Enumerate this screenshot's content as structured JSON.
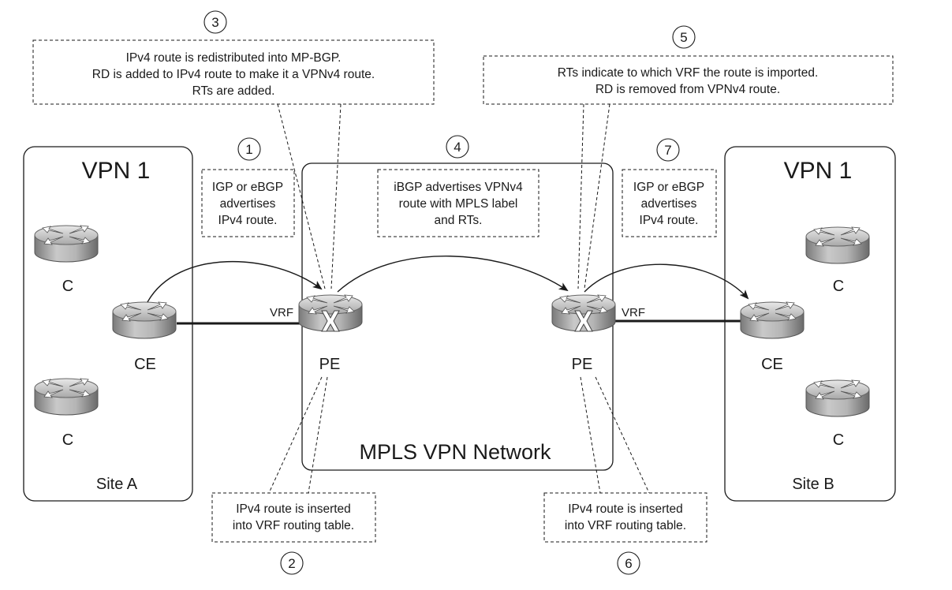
{
  "diagram": {
    "site_a": {
      "vpn_title": "VPN 1",
      "site_label": "Site A"
    },
    "site_b": {
      "vpn_title": "VPN 1",
      "site_label": "Site B"
    },
    "network_label": "MPLS VPN Network",
    "routers": {
      "c_label": "C",
      "ce_label": "CE",
      "pe_label": "PE"
    },
    "vrf_label": "VRF",
    "steps": [
      {
        "number": "1",
        "lines": [
          "IGP or eBGP",
          "advertises",
          "IPv4 route."
        ]
      },
      {
        "number": "2",
        "lines": [
          "IPv4 route is inserted",
          "into VRF routing table."
        ]
      },
      {
        "number": "3",
        "lines": [
          "IPv4 route is redistributed into MP-BGP.",
          "RD is added to IPv4 route to make it a VPNv4 route.",
          "RTs are added."
        ]
      },
      {
        "number": "4",
        "lines": [
          "iBGP advertises VPNv4",
          "route with MPLS label",
          "and RTs."
        ]
      },
      {
        "number": "5",
        "lines": [
          "RTs indicate to which VRF the route is imported.",
          "RD is removed from VPNv4 route."
        ]
      },
      {
        "number": "6",
        "lines": [
          "IPv4 route is inserted",
          "into VRF routing table."
        ]
      },
      {
        "number": "7",
        "lines": [
          "IGP or eBGP",
          "advertises",
          "IPv4 route."
        ]
      }
    ]
  }
}
